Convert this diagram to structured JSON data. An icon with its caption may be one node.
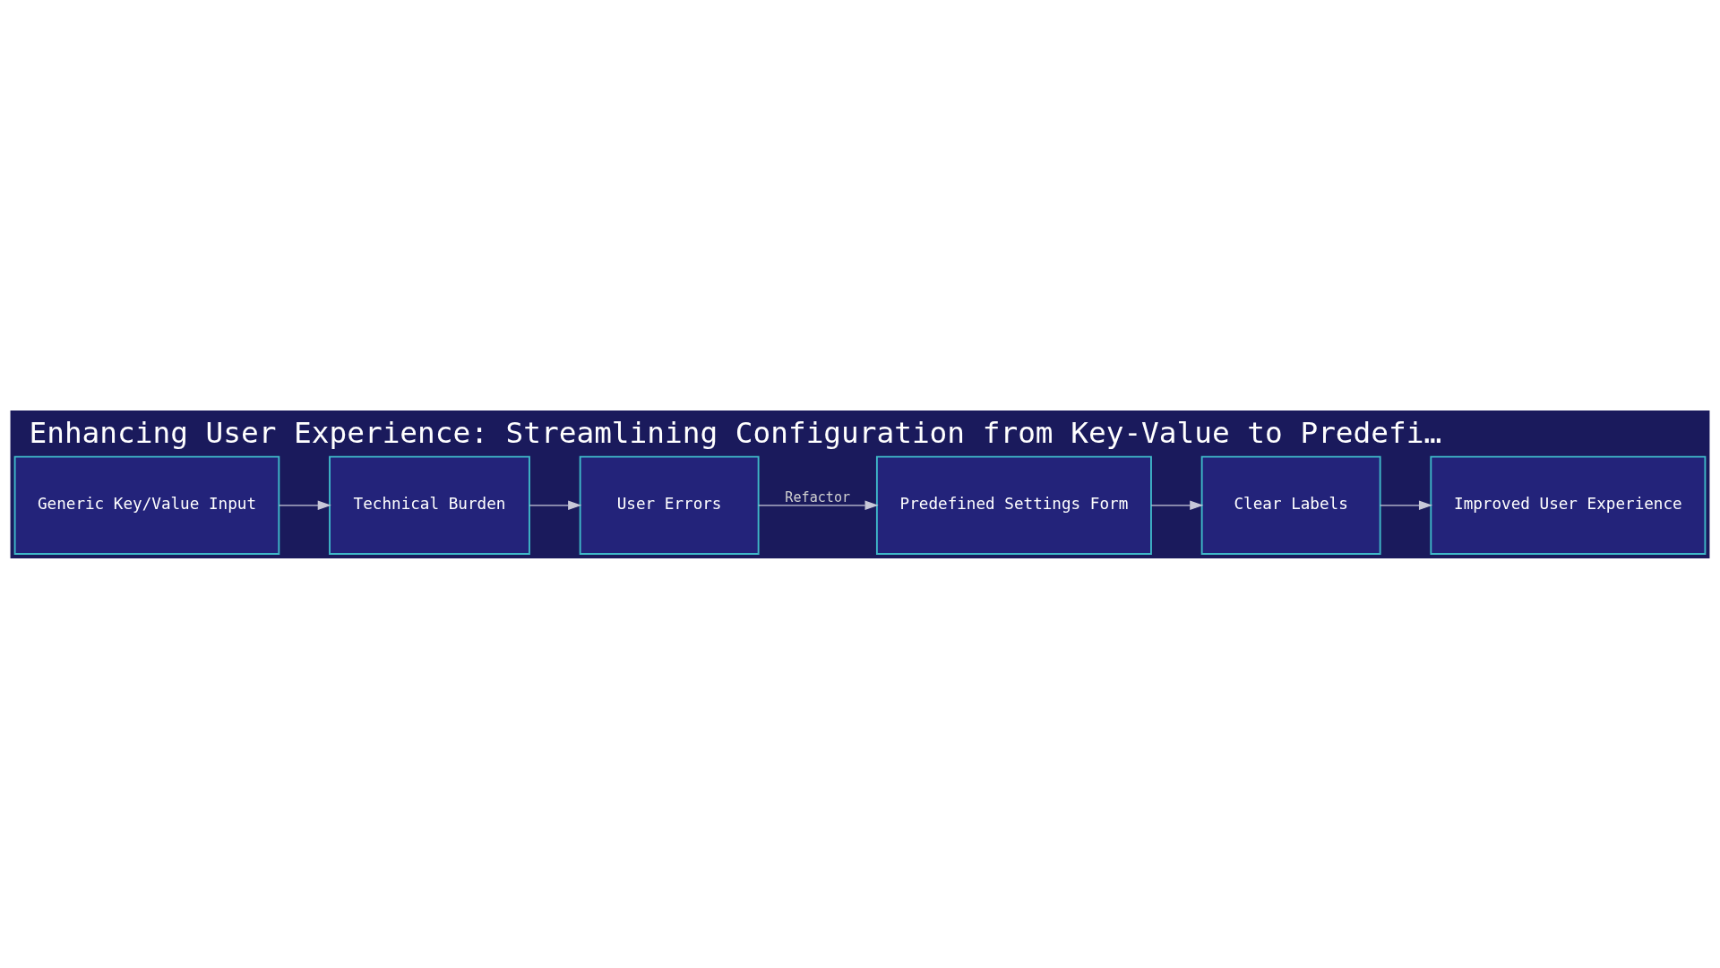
{
  "diagram": {
    "title": "Enhancing User Experience: Streamlining Configuration from Key-Value to Predefi…",
    "nodes": [
      {
        "text": [
          "Generic Key/Value Input"
        ]
      },
      {
        "text": [
          "Technical Burden"
        ]
      },
      {
        "text": [
          "User Errors"
        ]
      },
      {
        "text": [
          "Predefined Settings Form"
        ]
      },
      {
        "text": [
          "Clear Labels"
        ]
      },
      {
        "text": [
          "Improved User Experience"
        ]
      }
    ],
    "edges": [
      {
        "from": 0,
        "to": 1,
        "arrow": "to"
      },
      {
        "from": 1,
        "to": 2,
        "arrow": "to"
      },
      {
        "from": 2,
        "to": 3,
        "arrow": "to",
        "label": "Refactor"
      },
      {
        "from": 3,
        "to": 4,
        "arrow": "to"
      },
      {
        "from": 4,
        "to": 5,
        "arrow": "to"
      }
    ]
  }
}
